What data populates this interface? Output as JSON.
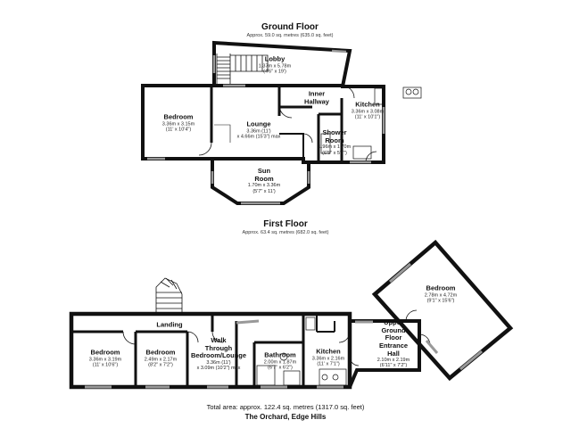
{
  "ground_floor": {
    "title": "Ground Floor",
    "area": "Approx. 59.0 sq. metres (635.0 sq. feet)",
    "rooms": {
      "lobby": {
        "name": "Lobby",
        "dim1": "1.37m x 5.78m",
        "dim2": "(4'6\" x 19')"
      },
      "inner_hallway": {
        "name": "Inner",
        "name2": "Hallway"
      },
      "kitchen": {
        "name": "Kitchen",
        "dim1": "3.36m x 3.08m",
        "dim2": "(11' x 10'1\")"
      },
      "bedroom": {
        "name": "Bedroom",
        "dim1": "3.36m x 3.15m",
        "dim2": "(11' x 10'4\")"
      },
      "lounge": {
        "name": "Lounge",
        "dim1": "3.36m (11')",
        "dim2": "x 4.66m (15'3\") max"
      },
      "shower_room": {
        "name": "Shower",
        "name2": "Room",
        "dim1": "1.96m x 1.70m",
        "dim2": "(6'5\" x 5'7\")"
      },
      "sun_room": {
        "name": "Sun",
        "name2": "Room",
        "dim1": "1.70m x 3.36m",
        "dim2": "(5'7\" x 11')"
      }
    }
  },
  "first_floor": {
    "title": "First Floor",
    "area": "Approx. 63.4 sq. metres (682.0 sq. feet)",
    "rooms": {
      "bedroom_large": {
        "name": "Bedroom",
        "dim1": "2.78m x 4.72m",
        "dim2": "(9'1\" x 15'6\")"
      },
      "landing": {
        "name": "Landing"
      },
      "bedroom_1": {
        "name": "Bedroom",
        "dim1": "3.36m x 3.19m",
        "dim2": "(11' x 10'6\")"
      },
      "bedroom_2": {
        "name": "Bedroom",
        "dim1": "2.49m x 2.17m",
        "dim2": "(8'2\" x 7'2\")"
      },
      "walk_through": {
        "name": "Walk",
        "name2": "Through",
        "name3": "Bedroom/Lounge",
        "dim1": "3.36m (11')",
        "dim2": "x 3.09m (10'2\") max"
      },
      "bathroom": {
        "name": "Bathroom",
        "dim1": "2.00m x 1.87m",
        "dim2": "(6'7\" x 6'2\")"
      },
      "kitchen": {
        "name": "Kitchen",
        "dim1": "3.36m x 2.16m",
        "dim2": "(11' x 7'1\")"
      },
      "upper_hall": {
        "name": "Upper",
        "name2": "Ground",
        "name3": "Floor",
        "name4": "Entrance",
        "name5": "Hall",
        "dim1": "2.10m x 2.19m",
        "dim2": "(6'11\" x 7'2\")"
      }
    }
  },
  "footer": {
    "total_area": "Total area: approx. 122.4 sq. metres (1317.0 sq. feet)",
    "property": "The Orchard, Edge Hills"
  },
  "colors": {
    "wall": "#111111",
    "window": "#9a9a9a",
    "text": "#111111"
  }
}
